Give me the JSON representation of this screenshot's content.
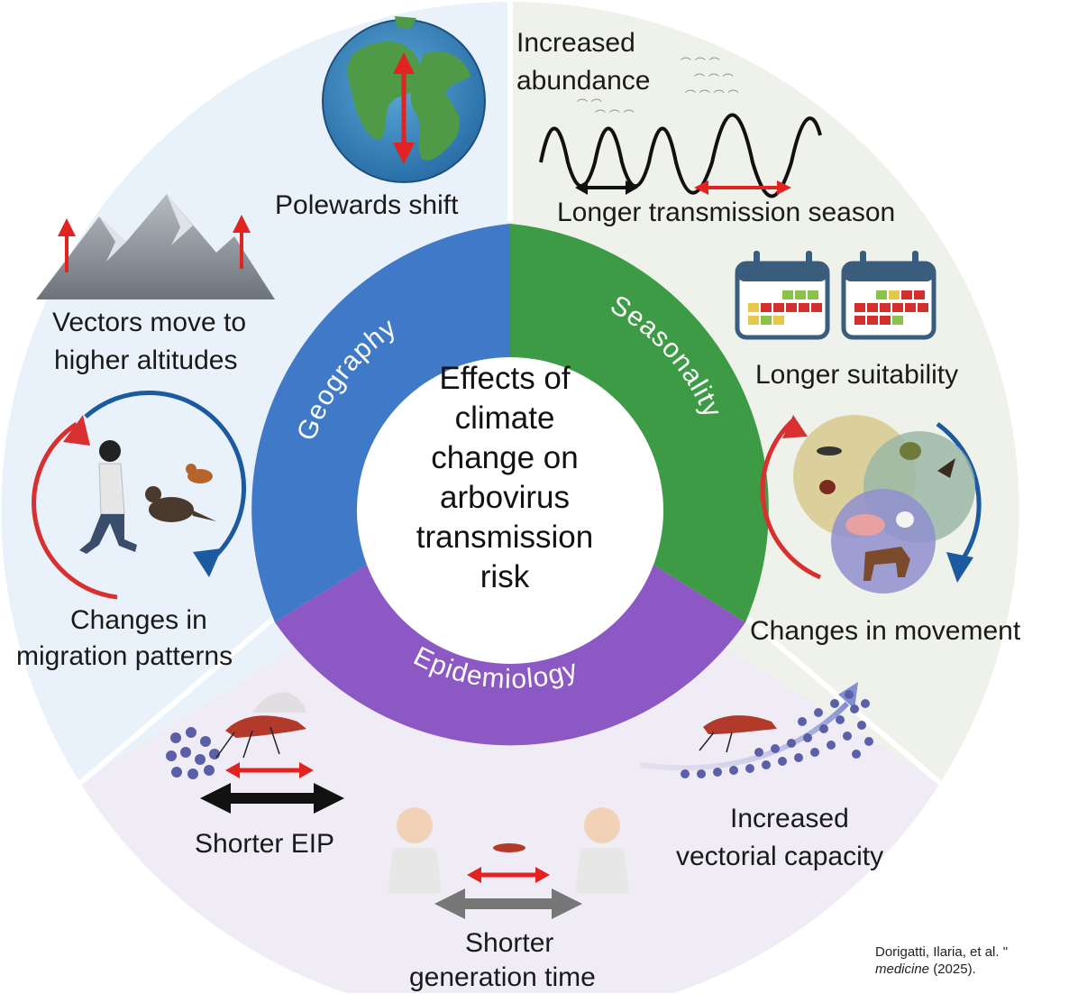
{
  "center": {
    "lines": [
      "Effects of",
      "climate",
      "change on",
      "arbovirus",
      "transmission",
      "risk"
    ]
  },
  "ring": {
    "geography": "Geography",
    "seasonality": "Seasonality",
    "epidemiology": "Epidemiology"
  },
  "labels": {
    "polewards_shift": "Polewards shift",
    "increased_abundance_1": "Increased",
    "increased_abundance_2": "abundance",
    "longer_transmission_season": "Longer transmission season",
    "longer_suitability": "Longer suitability",
    "vectors_altitude_1": "Vectors move to",
    "vectors_altitude_2": "higher altitudes",
    "migration_1": "Changes in",
    "migration_2": "migration patterns",
    "movement": "Changes in movement",
    "shorter_eip": "Shorter EIP",
    "generation_1": "Shorter",
    "generation_2": "generation time",
    "vectorial_1": "Increased",
    "vectorial_2": "vectorial capacity"
  },
  "citation": {
    "line1": "Dorigatti, Ilaria, et al. \"",
    "line2_italic": "medicine",
    "line2_rest": " (2025)."
  },
  "colors": {
    "geography": "#3f79c8",
    "seasonality": "#3d9b45",
    "epidemiology": "#8b58c4",
    "bg_geography": "#e9f1fa",
    "bg_seasonality": "#eef2ea",
    "bg_epidemiology": "#f0ecf5",
    "red_arrow": "#e32222"
  }
}
